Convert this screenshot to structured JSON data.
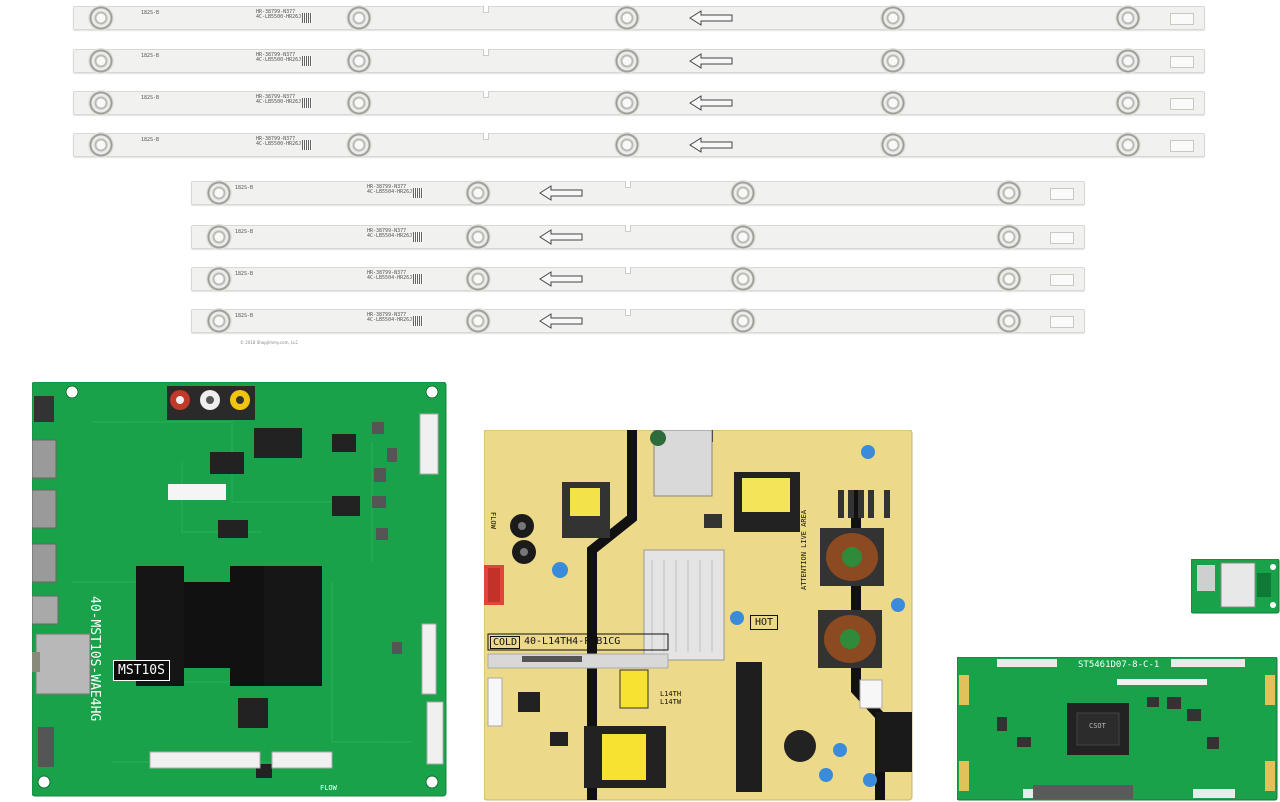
{
  "photo": {
    "copyright": "© 2018 ShopJimmy.com, LLC"
  },
  "led_strip_long": {
    "model": "4C-LB5500-HR26J",
    "code": "HR-38799-N377",
    "bin": "182S-B"
  },
  "led_strip_short": {
    "model": "4C-LB5504-HR26J",
    "code": "HR-38799-N377",
    "bin": "182S-B"
  },
  "main_board": {
    "part_number": "40-MST10S-WAE4HG",
    "chip_label": "MST10S",
    "flow_label": "FLOW"
  },
  "power_board": {
    "part_number": "40-L14TH4-PWB1CG",
    "cold_label": "COLD",
    "hot_label": "HOT",
    "flow_label": "FLOW",
    "warning": "ATTENTION LIVE AREA",
    "model_code": "L14TH L14TW"
  },
  "tcon_board": {
    "part_number": "ST5461D07-8-C-1",
    "chip_label": "CSOT"
  },
  "colors": {
    "green_pcb": "#1aa24a",
    "yellow_pcb": "#ecd98a",
    "strip": "#f1f1ef"
  }
}
